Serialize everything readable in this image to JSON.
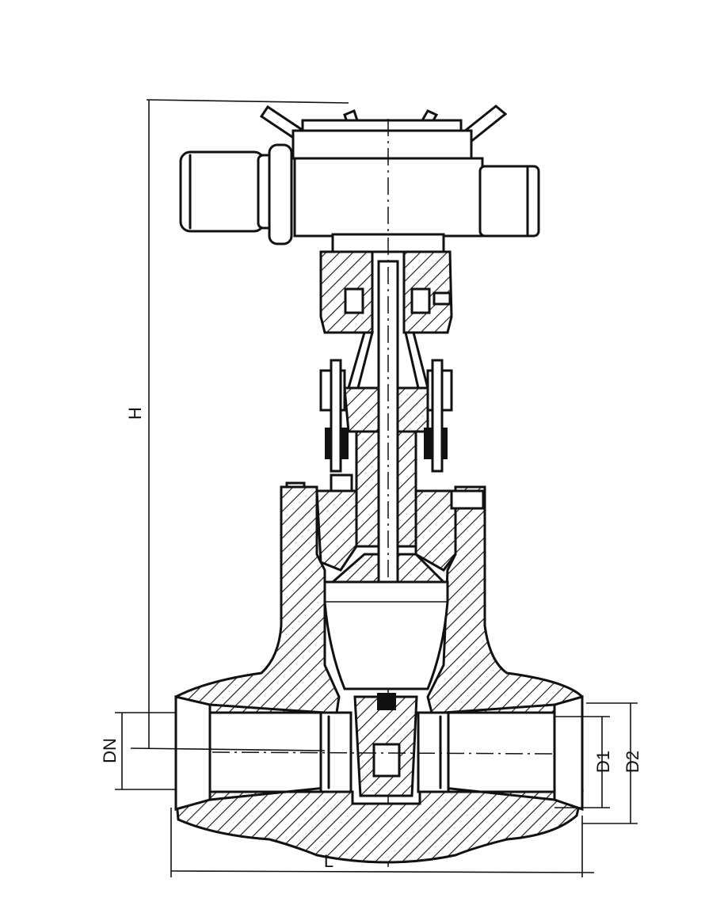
{
  "labels": {
    "height": "H",
    "nominal_diameter": "DN",
    "length": "L",
    "inner_diameter": "D1",
    "outer_diameter": "D2"
  }
}
